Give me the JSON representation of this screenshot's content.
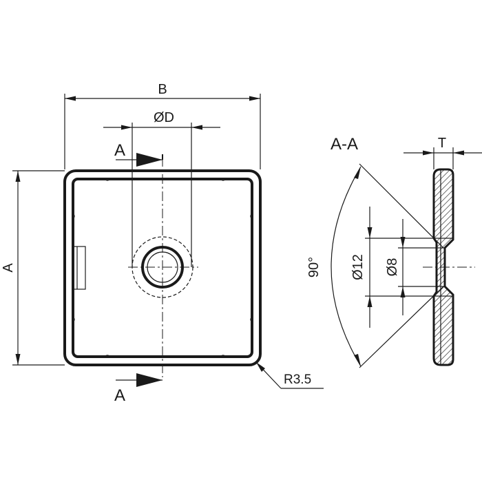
{
  "drawing": {
    "dimensions": {
      "width_label": "B",
      "height_label": "A",
      "hole_label": "ØD",
      "corner_radius_label": "R3.5",
      "thickness_label": "T",
      "countersink_outer_label": "Ø12",
      "countersink_inner_label": "Ø8",
      "angle_label": "90°"
    },
    "section": {
      "marker_label": "A",
      "view_title": "A-A"
    },
    "colors": {
      "line": "#1a1a1a",
      "background": "#ffffff"
    }
  }
}
